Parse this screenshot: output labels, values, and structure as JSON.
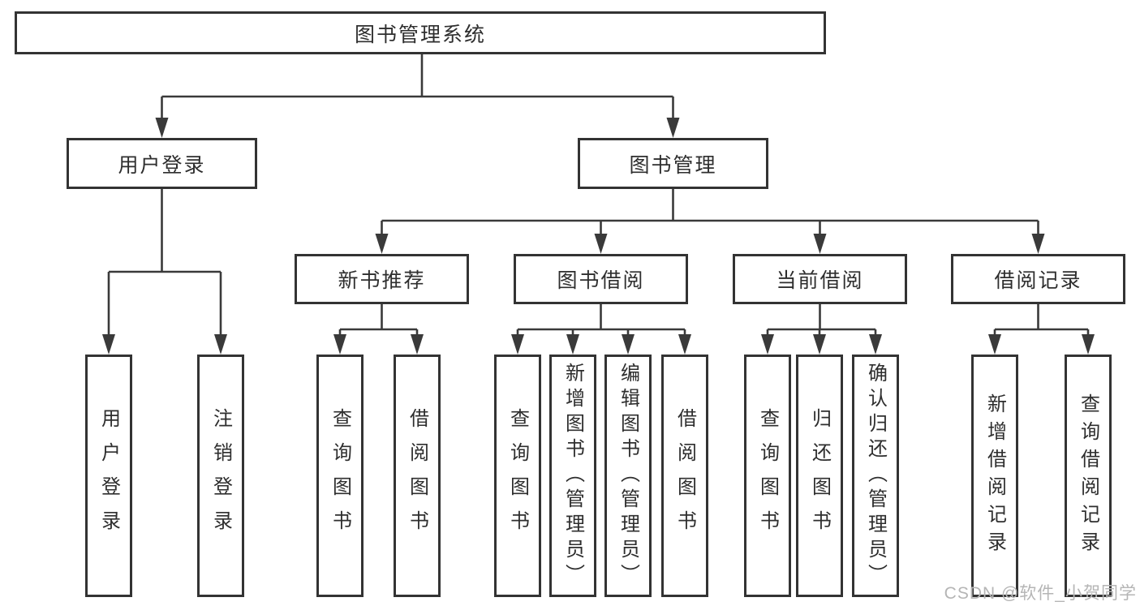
{
  "nodes": {
    "root": {
      "label": "图书管理系统"
    },
    "branches": [
      {
        "label": "用户登录"
      },
      {
        "label": "图书管理"
      }
    ],
    "modules": [
      {
        "label": "新书推荐",
        "parent": "图书管理"
      },
      {
        "label": "图书借阅",
        "parent": "图书管理"
      },
      {
        "label": "当前借阅",
        "parent": "图书管理"
      },
      {
        "label": "借阅记录",
        "parent": "图书管理"
      }
    ],
    "leaves": [
      {
        "label": "用户登录",
        "parent": "用户登录"
      },
      {
        "label": "注销登录",
        "parent": "用户登录"
      },
      {
        "label": "查询图书",
        "parent": "新书推荐"
      },
      {
        "label": "借阅图书",
        "parent": "新书推荐"
      },
      {
        "label": "查询图书",
        "parent": "图书借阅"
      },
      {
        "label": "新增图书（管理员）",
        "parent": "图书借阅"
      },
      {
        "label": "编辑图书（管理员）",
        "parent": "图书借阅"
      },
      {
        "label": "借阅图书",
        "parent": "图书借阅"
      },
      {
        "label": "查询图书",
        "parent": "当前借阅"
      },
      {
        "label": "归还图书",
        "parent": "当前借阅"
      },
      {
        "label": "确认归还（管理员）",
        "parent": "当前借阅"
      },
      {
        "label": "新增借阅记录",
        "parent": "借阅记录"
      },
      {
        "label": "查询借阅记录",
        "parent": "借阅记录"
      }
    ]
  },
  "watermark": {
    "text": "CSDN @软件_小贺同学"
  },
  "colors": {
    "line": "#3a3a3a",
    "box_border": "#333333",
    "text": "#2e2e2e",
    "background": "#ffffff",
    "watermark": "#b5b5b5"
  }
}
